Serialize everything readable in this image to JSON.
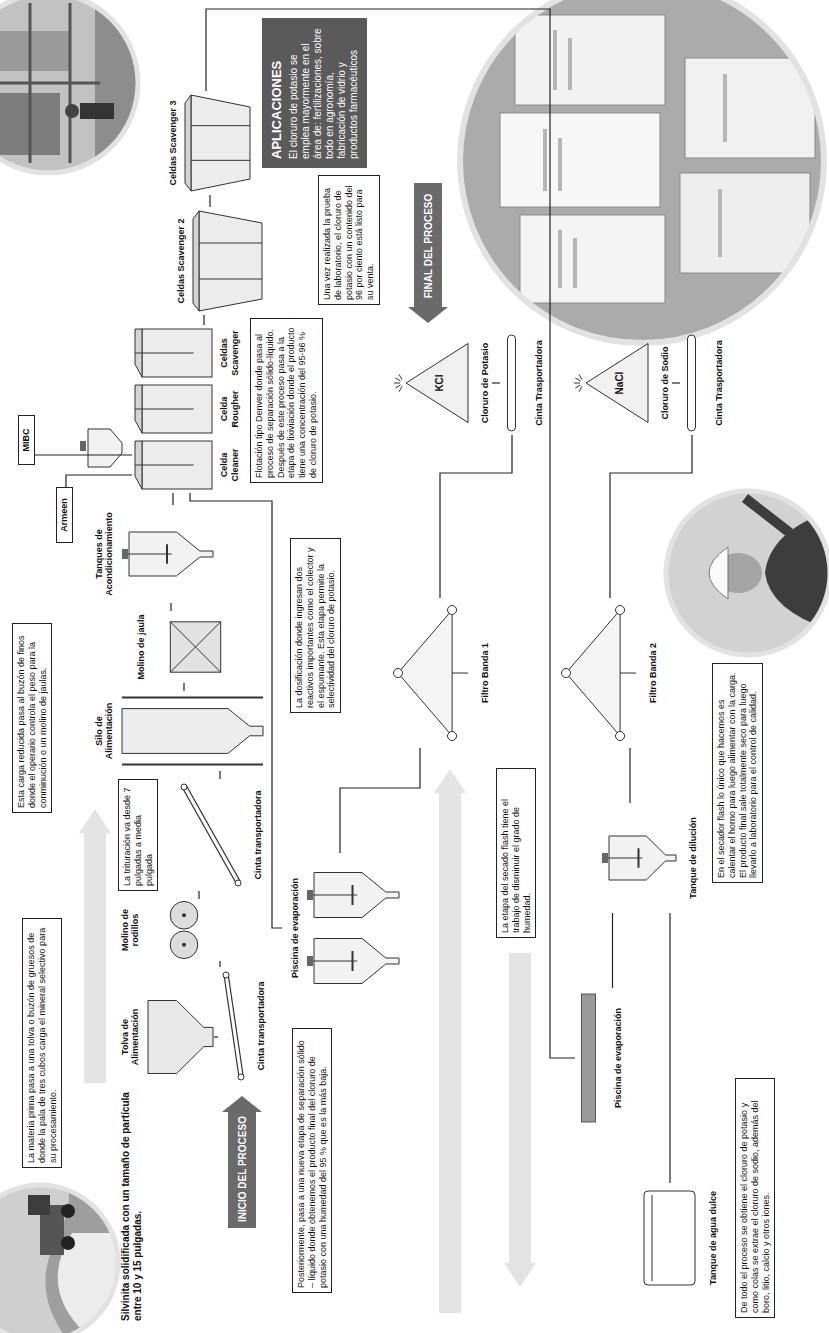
{
  "diagram": {
    "nodes": [
      {
        "text": [
          "La materia prima pasa a una tolva o buzón de gruesos de donde la pala de tres cubos carga el mineral selectivo para su procesamiento."
        ]
      },
      {
        "text": [
          "INICIO DEL PROCESO"
        ]
      },
      {
        "text": [
          "Tolva de Alimentación"
        ]
      },
      {
        "text": [
          "Cinta transportadora"
        ]
      },
      {
        "text": [
          "Molino de rodillos"
        ]
      },
      {
        "text": [
          "La trituración va desde 7 pulgadas a media pulgada"
        ]
      },
      {
        "text": [
          "Cinta transportadora"
        ]
      },
      {
        "text": [
          "Esta carga reducida pasa al buzón de finos donde el operario controla el peso para la conminución o un molino de jaulas."
        ]
      },
      {
        "text": [
          "Silo de Alimentación"
        ]
      },
      {
        "text": [
          "Molino de jaula"
        ]
      },
      {
        "text": [
          "Tanques de Acondicionamiento"
        ]
      },
      {
        "text": [
          "Armeen"
        ]
      },
      {
        "text": [
          "MIBC"
        ]
      },
      {
        "text": [
          "Celda Cleaner",
          "Celda Rougher",
          "Celdas Scavenger"
        ]
      },
      {
        "text": [
          "Flotación tipo Denver donde pasa al proceso de separación sólido-líquido. Después de este proceso pasa a la etapa de lixiviación donde el producto tiene una concentración del 95-96 % de cloruro de potasio."
        ]
      },
      {
        "text": [
          "Celdas Scavenger 2"
        ]
      },
      {
        "text": [
          "Celdas Scavenger 3"
        ]
      },
      {
        "text": [
          "Posteriormente, pasa a una nueva etapa de separación sólido – líquido donde obtenemos el producto final del cloruro de potasio con una humedad del 95 % que es la más baja."
        ]
      },
      {
        "text": [
          "Piscina de evaporación"
        ]
      },
      {
        "text": [
          "Filtro Banda 1"
        ]
      },
      {
        "text": [
          "La dosificación donde ingresan dos reactivos importantes como el colector y el espumante. Esta etapa permite la selectividad del cloruro de potasio."
        ]
      },
      {
        "text": [
          "KCl",
          "Cloruro de Potasio"
        ]
      },
      {
        "text": [
          "Cinta Trasportadora"
        ]
      },
      {
        "text": [
          "Una vez realizada la prueba de laboratorio, el cloruro de potasio con un contenido del 96 por ciento está listo para su venta."
        ]
      },
      {
        "text": [
          "FINAL DEL PROCESO"
        ]
      },
      {
        "text": [
          "APLICACIONES",
          "El cloruro de potasio se emplea mayormente en el área de: fertilizaciones, sobre todo en agronomía, fabricación de vidrio y productos farmacéuticos"
        ]
      },
      {
        "text": [
          "Tanque de agua dulce"
        ]
      },
      {
        "text": [
          "Piscina de evaporación"
        ]
      },
      {
        "text": [
          "La etapa del secado flash tiene el trabajo de disminuir el grado de humedad."
        ]
      },
      {
        "text": [
          "Tanque de dilución"
        ]
      },
      {
        "text": [
          "Filtro Banda 2"
        ]
      },
      {
        "text": [
          "En el secador flash lo único que hacemos es calentar el horno para luego alimentar con la carga. El producto final sale totalmente seco para luego llevarlo a laboratorio para el control de calidad."
        ]
      },
      {
        "text": [
          "NaCl",
          "Cloruro de Sodio"
        ]
      },
      {
        "text": [
          "Cinta Trasportadora"
        ]
      },
      {
        "text": [
          "De todo el proceso se obtiene el cloruro de potasio y como colas se extrae el cloruro de sodio, además del boro, litio, calcio y otros iones."
        ]
      }
    ],
    "edges": [
      {
        "from": 2,
        "to": 3,
        "arrow": "none"
      },
      {
        "from": 3,
        "to": 4,
        "arrow": "none"
      },
      {
        "from": 4,
        "to": 6,
        "arrow": "none"
      },
      {
        "from": 6,
        "to": 8,
        "arrow": "none"
      },
      {
        "from": 8,
        "to": 9,
        "arrow": "none"
      },
      {
        "from": 9,
        "to": 10,
        "arrow": "none"
      },
      {
        "from": 10,
        "to": 13,
        "arrow": "none"
      },
      {
        "from": 11,
        "to": 13,
        "arrow": "none"
      },
      {
        "from": 12,
        "to": 13,
        "arrow": "none"
      },
      {
        "from": 13,
        "to": 15,
        "arrow": "none"
      },
      {
        "from": 15,
        "to": 16,
        "arrow": "none"
      },
      {
        "from": 13,
        "to": 18,
        "arrow": "none"
      },
      {
        "from": 18,
        "to": 19,
        "arrow": "none"
      },
      {
        "from": 19,
        "to": 22,
        "arrow": "none"
      },
      {
        "from": 22,
        "to": 21,
        "arrow": "none"
      },
      {
        "from": 16,
        "to": 27,
        "arrow": "none"
      },
      {
        "from": 27,
        "to": 29,
        "arrow": "none"
      },
      {
        "from": 26,
        "to": 29,
        "arrow": "none"
      },
      {
        "from": 29,
        "to": 30,
        "arrow": "none"
      },
      {
        "from": 30,
        "to": 33,
        "arrow": "none"
      },
      {
        "from": 33,
        "to": 32,
        "arrow": "none"
      }
    ],
    "labels": [
      "Silvinita solidificada con un tamaño de partícula entre 10 y 15 pulgadas."
    ]
  }
}
